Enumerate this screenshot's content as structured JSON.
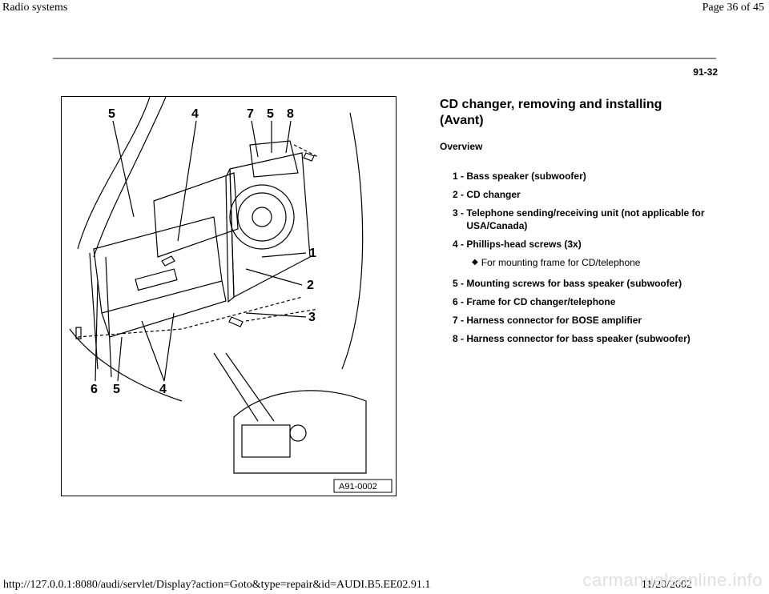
{
  "header": {
    "left": "Radio systems",
    "right": "Page 36 of 45"
  },
  "page_code": "91-32",
  "title": "CD changer, removing and installing (Avant)",
  "overview_label": "Overview",
  "items": [
    {
      "num": "1 - ",
      "text": "Bass speaker (subwoofer)"
    },
    {
      "num": "2 - ",
      "text": "CD changer"
    },
    {
      "num": "3 - ",
      "text": "Telephone sending/receiving unit (not applicable for USA/Canada)"
    },
    {
      "num": "4 - ",
      "text": "Phillips-head screws (3x)",
      "sub": "For mounting frame for CD/telephone"
    },
    {
      "num": "5 - ",
      "text": "Mounting screws for bass speaker (subwoofer)"
    },
    {
      "num": "6 - ",
      "text": "Frame for CD changer/telephone"
    },
    {
      "num": "7 - ",
      "text": "Harness connector for BOSE amplifier"
    },
    {
      "num": "8 - ",
      "text": "Harness connector for bass speaker (subwoofer)"
    }
  ],
  "figure": {
    "callouts_top": [
      "5",
      "4",
      "7",
      "5",
      "8"
    ],
    "callouts_right": [
      "1",
      "2",
      "3"
    ],
    "callouts_bottom": [
      "6",
      "5",
      "4"
    ],
    "code": "A91-0002"
  },
  "footer": {
    "url": "http://127.0.0.1:8080/audi/servlet/Display?action=Goto&type=repair&id=AUDI.B5.EE02.91.1",
    "date": "11/20/2002",
    "watermark": "carmanualsonline.info"
  }
}
